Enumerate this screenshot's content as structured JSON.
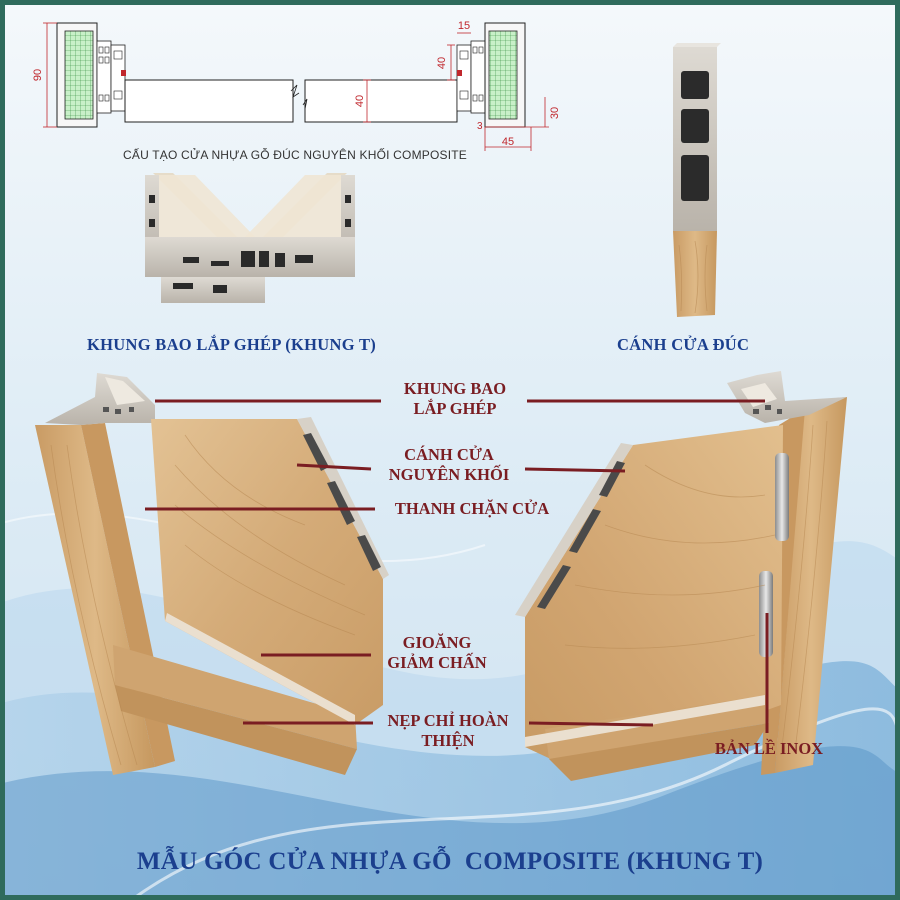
{
  "diagram": {
    "caption_structure": "CẤU TẠO CỬA NHỰA GỖ ĐÚC NGUYÊN KHỐI COMPOSITE",
    "dimensions": {
      "d90": "90",
      "d40_left": "40",
      "d15": "15",
      "d40_right": "40",
      "d30": "30",
      "d3": "3",
      "d45": "45"
    },
    "label_frame_assembled": "KHUNG BAO LẮP GHÉP (KHUNG T)",
    "label_door_leaf": "CÁNH CỬA ĐÚC",
    "callouts": {
      "frame": [
        "KHUNG BAO",
        "LẮP GHÉP"
      ],
      "leaf": [
        "CÁNH CỬA",
        "NGUYÊN KHỐI"
      ],
      "stop": [
        "THANH CHẶN CỬA"
      ],
      "gasket": [
        "GIOĂNG",
        "GIẢM CHẤN"
      ],
      "trim": [
        "NẸP CHỈ HOÀN",
        "THIỆN"
      ],
      "hinge": [
        "BẢN LỀ INOX"
      ]
    },
    "title": "MẪU GÓC CỬA NHỰA GỖ  COMPOSITE (KHUNG T)",
    "colors": {
      "accent_blue": "#1b3f8e",
      "callout_red": "#7a1d22",
      "wood": "#d9b486",
      "pvc_grey": "#cfcac2",
      "border_green": "#2f6b5c"
    }
  }
}
